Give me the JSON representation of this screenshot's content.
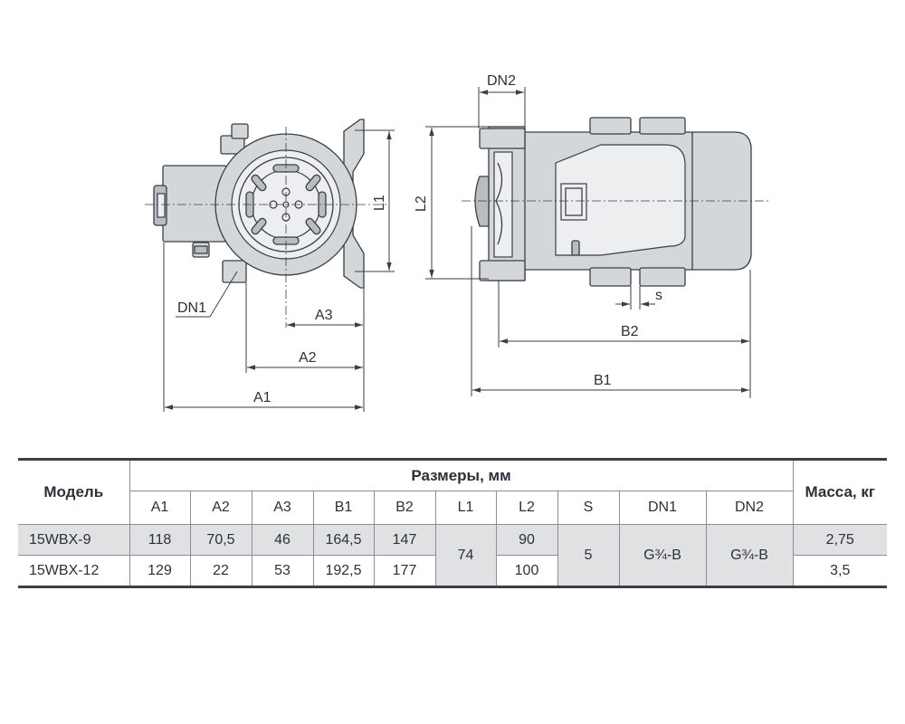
{
  "drawing": {
    "labels": {
      "dn1": "DN1",
      "dn2": "DN2",
      "a1": "A1",
      "a2": "A2",
      "a3": "A3",
      "b1": "B1",
      "b2": "B2",
      "l1": "L1",
      "l2": "L2",
      "s": "s"
    }
  },
  "table": {
    "header": {
      "model": "Модель",
      "dimensions": "Размеры, мм",
      "mass": "Масса, кг"
    },
    "columns": [
      "A1",
      "A2",
      "A3",
      "B1",
      "B2",
      "L1",
      "L2",
      "S",
      "DN1",
      "DN2"
    ],
    "rows": [
      {
        "model": "15WBX-9",
        "A1": "118",
        "A2": "70,5",
        "A3": "46",
        "B1": "164,5",
        "B2": "147",
        "L2": "90",
        "mass": "2,75"
      },
      {
        "model": "15WBX-12",
        "A1": "129",
        "A2": "22",
        "A3": "53",
        "B1": "192,5",
        "B2": "177",
        "L2": "100",
        "mass": "3,5"
      }
    ],
    "shared": {
      "L1": "74",
      "S": "5",
      "DN1": "G¾-B",
      "DN2": "G¾-B"
    }
  }
}
